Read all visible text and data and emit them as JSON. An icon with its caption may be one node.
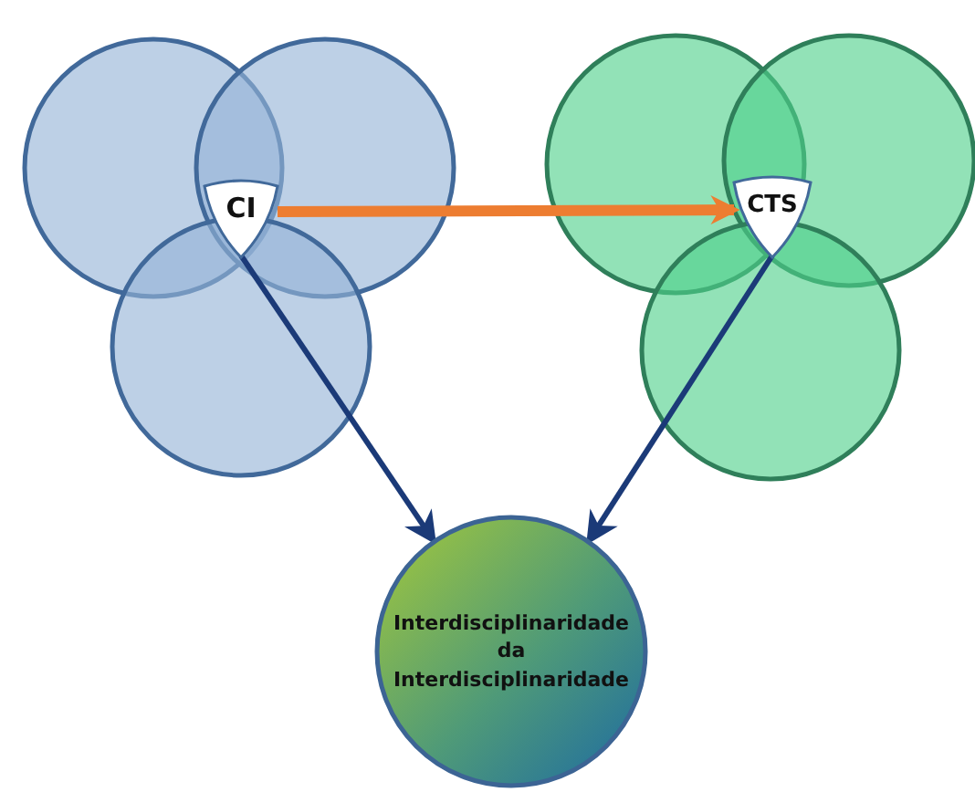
{
  "diagram": {
    "nodes": [
      {
        "text": [
          "CI"
        ]
      },
      {
        "text": [
          "CTS"
        ]
      },
      {
        "text": [
          "Interdisciplinaridade da Interdisciplinaridade"
        ]
      }
    ],
    "edges": [
      {
        "from": 0,
        "to": 1,
        "arrow": "to",
        "style": "thick",
        "color": "#ed7d31"
      },
      {
        "from": 0,
        "to": 2,
        "arrow": "to"
      },
      {
        "from": 1,
        "to": 2,
        "arrow": "to"
      }
    ]
  }
}
